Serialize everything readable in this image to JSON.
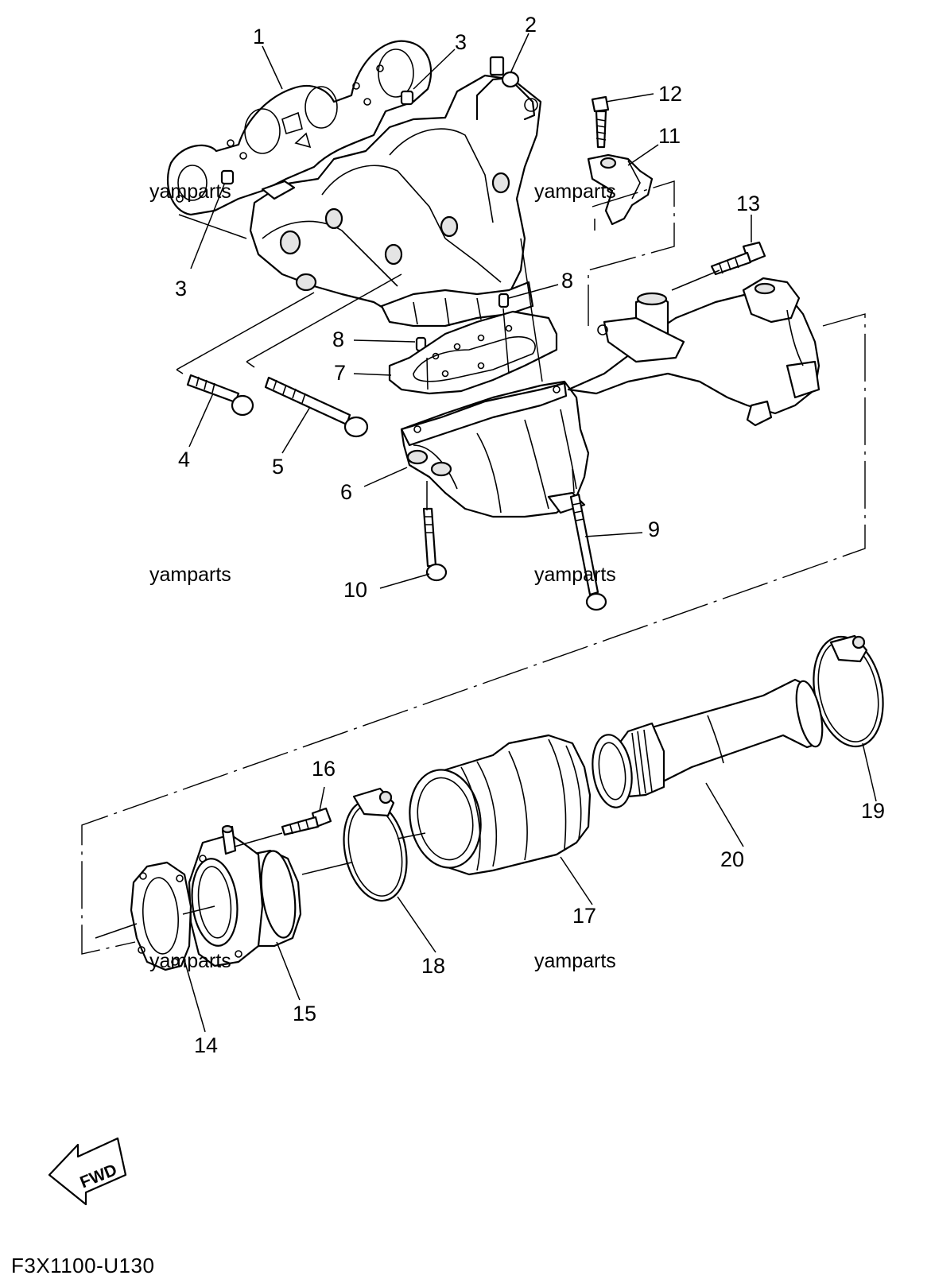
{
  "callouts": [
    {
      "id": "1",
      "label": "1"
    },
    {
      "id": "2",
      "label": "2"
    },
    {
      "id": "3a",
      "label": "3"
    },
    {
      "id": "3b",
      "label": "3"
    },
    {
      "id": "4",
      "label": "4"
    },
    {
      "id": "5",
      "label": "5"
    },
    {
      "id": "6",
      "label": "6"
    },
    {
      "id": "7",
      "label": "7"
    },
    {
      "id": "8a",
      "label": "8"
    },
    {
      "id": "8b",
      "label": "8"
    },
    {
      "id": "9",
      "label": "9"
    },
    {
      "id": "10",
      "label": "10"
    },
    {
      "id": "11",
      "label": "11"
    },
    {
      "id": "12",
      "label": "12"
    },
    {
      "id": "13",
      "label": "13"
    },
    {
      "id": "14",
      "label": "14"
    },
    {
      "id": "15",
      "label": "15"
    },
    {
      "id": "16",
      "label": "16"
    },
    {
      "id": "17",
      "label": "17"
    },
    {
      "id": "18",
      "label": "18"
    },
    {
      "id": "19",
      "label": "19"
    },
    {
      "id": "20",
      "label": "20"
    }
  ],
  "watermark": "yamparts",
  "direction_label": "FWD",
  "diagram_code": "F3X1100-U130"
}
